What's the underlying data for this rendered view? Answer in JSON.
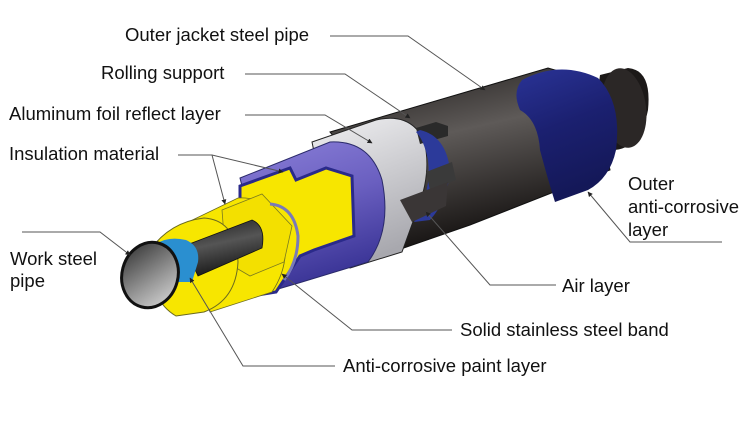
{
  "title": "Steam direct-buried insulated pipe structure",
  "labels": {
    "outer_jacket": "Outer jacket steel pipe",
    "rolling_support": "Rolling support",
    "aluminum_foil": "Aluminum foil reflect layer",
    "insulation": "Insulation material",
    "work_pipe_line1": "Work steel",
    "work_pipe_line2": "pipe",
    "outer_anticorrosive_line1": "Outer",
    "outer_anticorrosive_line2": "anti-corrosive",
    "outer_anticorrosive_line3": "layer",
    "air_layer": "Air layer",
    "steel_band": "Solid stainless steel band",
    "paint_layer": "Anti-corrosive paint layer"
  },
  "colors": {
    "jacket": "#2a2624",
    "outer_coating": "#1e237a",
    "insulation_yellow": "#f7e600",
    "foil_purple": "#6f64c0",
    "support_gray": "#d4d4d8",
    "work_pipe": "#3a3a3a",
    "paint_blue": "#2a8fd0",
    "leader": "#555555"
  }
}
